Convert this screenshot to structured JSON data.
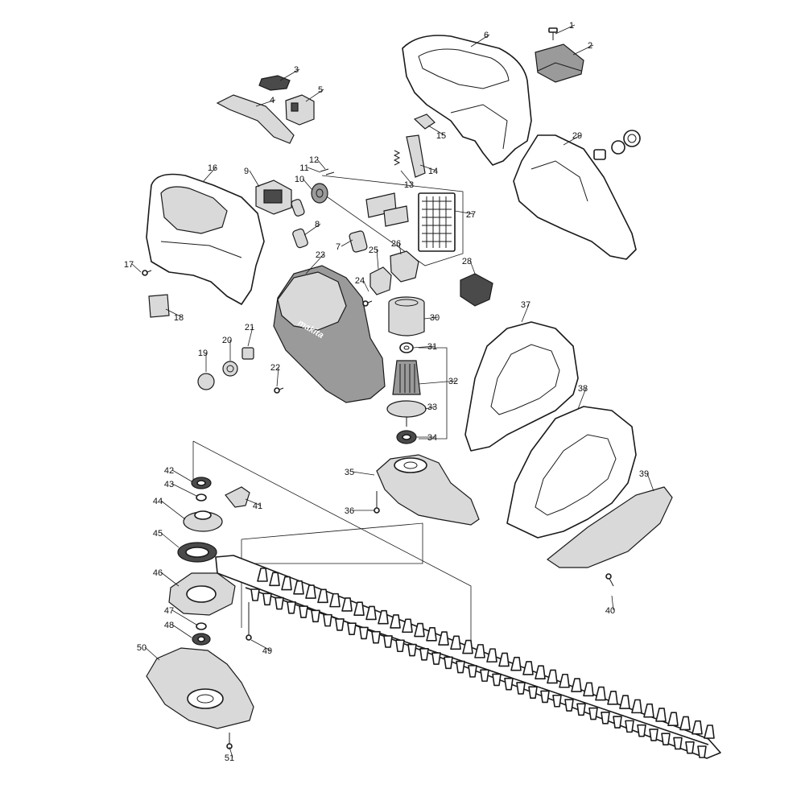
{
  "brand_text": "makita",
  "callouts": [
    "1",
    "2",
    "3",
    "4",
    "5",
    "6",
    "7",
    "8",
    "9",
    "10",
    "11",
    "12",
    "13",
    "14",
    "15",
    "16",
    "17",
    "18",
    "19",
    "20",
    "21",
    "22",
    "23",
    "24",
    "25",
    "26",
    "27",
    "28",
    "29",
    "30",
    "31",
    "32",
    "33",
    "34",
    "35",
    "36",
    "37",
    "38",
    "39",
    "40",
    "41",
    "42",
    "43",
    "44",
    "45",
    "46",
    "47",
    "48",
    "49",
    "50",
    "51"
  ],
  "colors": {
    "line": "#1a1a1a",
    "dark_fill": "#4a4a4a",
    "mid_fill": "#9a9a9a",
    "light_fill": "#d9d9d9",
    "background": "#ffffff"
  }
}
